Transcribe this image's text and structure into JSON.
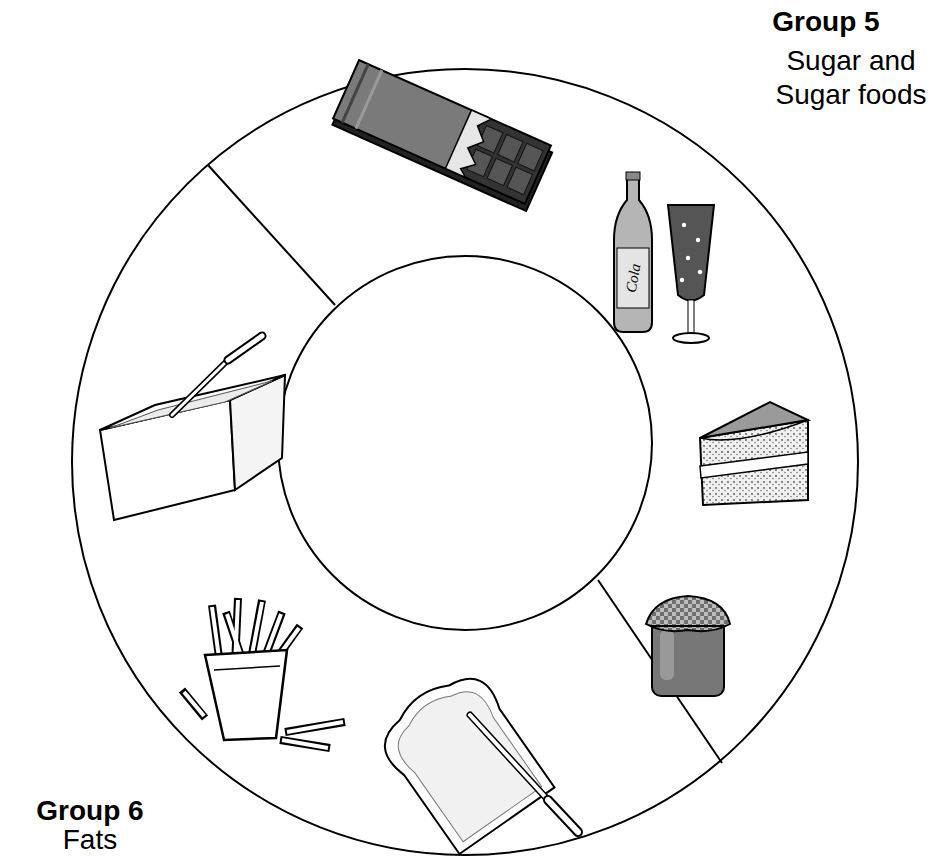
{
  "diagram": {
    "labels": [
      "Group 5",
      "Sugar and Sugar foods",
      "Cola",
      "Group 6",
      "Fats"
    ]
  }
}
